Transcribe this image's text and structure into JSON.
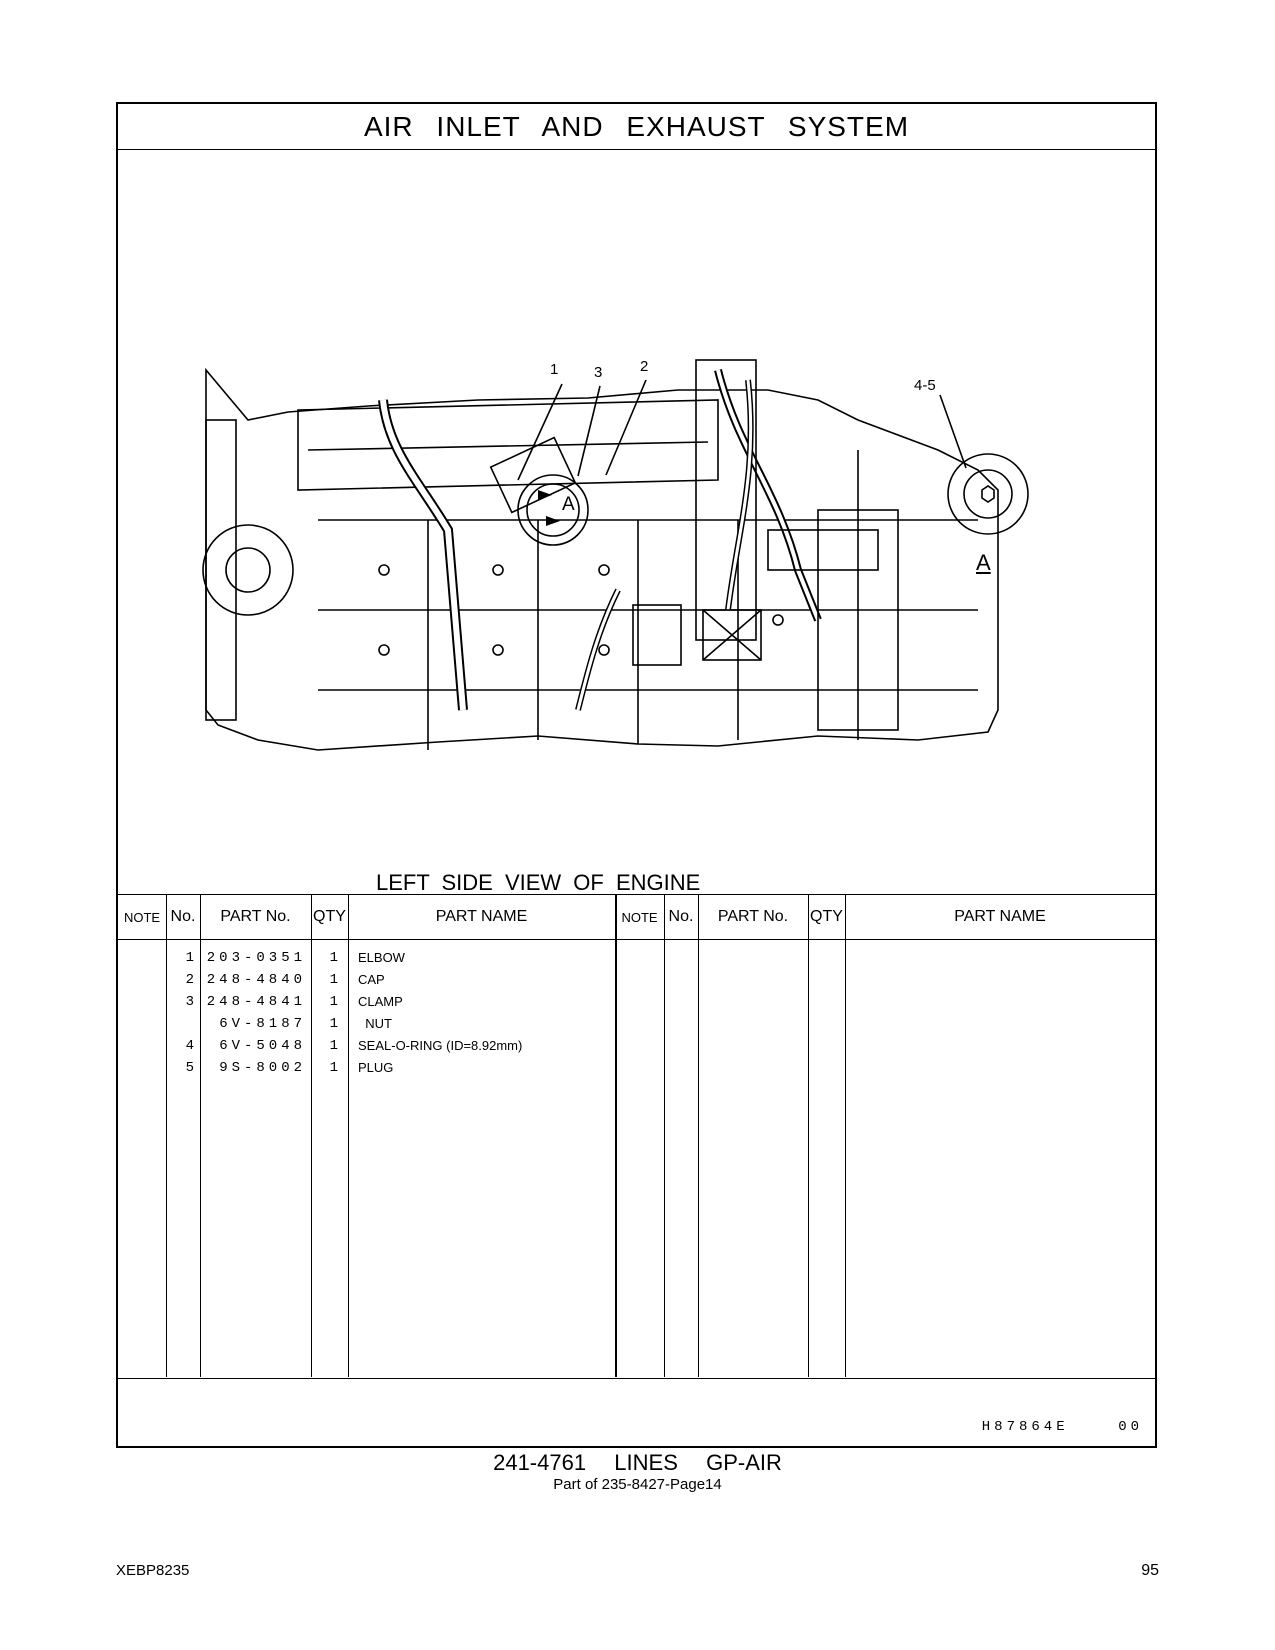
{
  "header": {
    "title": "AIR  INLET  AND  EXHAUST  SYSTEM"
  },
  "illustration": {
    "caption": "LEFT  SIDE  VIEW  OF  ENGINE",
    "callouts": [
      "1",
      "3",
      "2",
      "4-5"
    ],
    "detail_label": "A",
    "detail_marker": "A",
    "illustration_code": "H87864E    00"
  },
  "table": {
    "headers": {
      "note": "NOTE",
      "no": "No.",
      "part_no": "PART No.",
      "qty": "QTY",
      "part_name": "PART NAME"
    },
    "rows": [
      {
        "no": "1",
        "part_no": "203-0351",
        "qty": "1",
        "part_name": "ELBOW"
      },
      {
        "no": "2",
        "part_no": "248-4840",
        "qty": "1",
        "part_name": "CAP"
      },
      {
        "no": "3",
        "part_no": "248-4841",
        "qty": "1",
        "part_name": "CLAMP"
      },
      {
        "no": "",
        "part_no": "6V-8187",
        "qty": "1",
        "part_name": "  NUT"
      },
      {
        "no": "4",
        "part_no": "6V-5048",
        "qty": "1",
        "part_name": "SEAL-O-RING (ID=8.92mm)"
      },
      {
        "no": "5",
        "part_no": "9S-8002",
        "qty": "1",
        "part_name": "PLUG"
      }
    ]
  },
  "footer": {
    "group_title": "241-4761  LINES  GP-AIR",
    "group_subtitle": "Part of 235-8427-Page14",
    "doc_id": "XEBP8235",
    "page_number": "95"
  }
}
